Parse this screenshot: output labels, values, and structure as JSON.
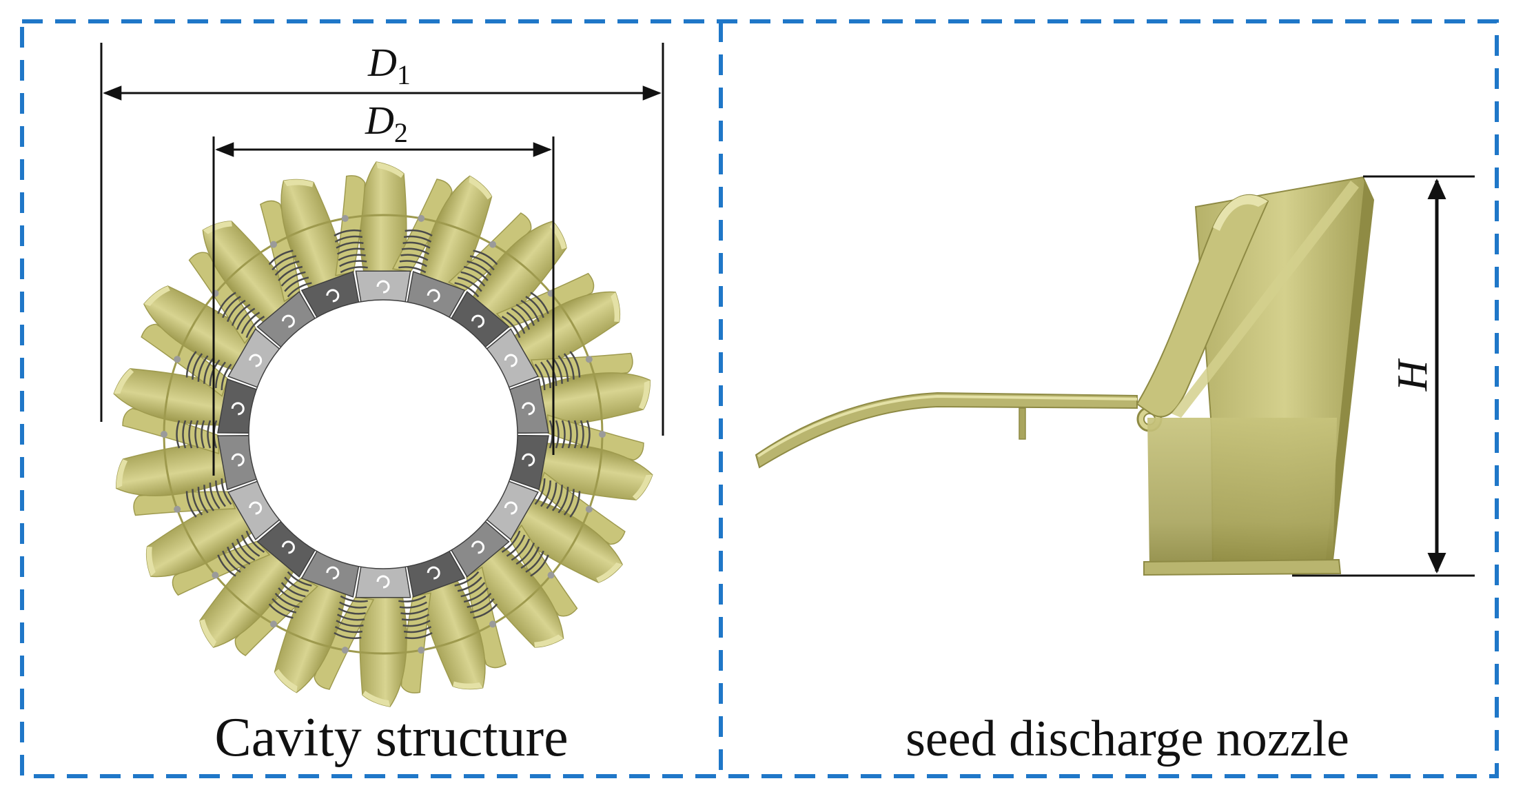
{
  "panels": {
    "left": {
      "caption": "Cavity structure",
      "dimension_outer": {
        "symbol": "D",
        "subscript": "1"
      },
      "dimension_inner": {
        "symbol": "D",
        "subscript": "2"
      },
      "cavity_count": 18
    },
    "right": {
      "caption": "seed discharge nozzle",
      "dimension_height": {
        "symbol": "H"
      }
    }
  },
  "colors": {
    "frame_dash": "#1f77c8",
    "blade": "#c9c57a",
    "blade_dark": "#9e9a4e",
    "blade_light": "#e4e1a6",
    "steel": "#8a8a8a",
    "steel_dark": "#5d5d5d",
    "spring": "#4a4a4a",
    "line": "#111111"
  }
}
